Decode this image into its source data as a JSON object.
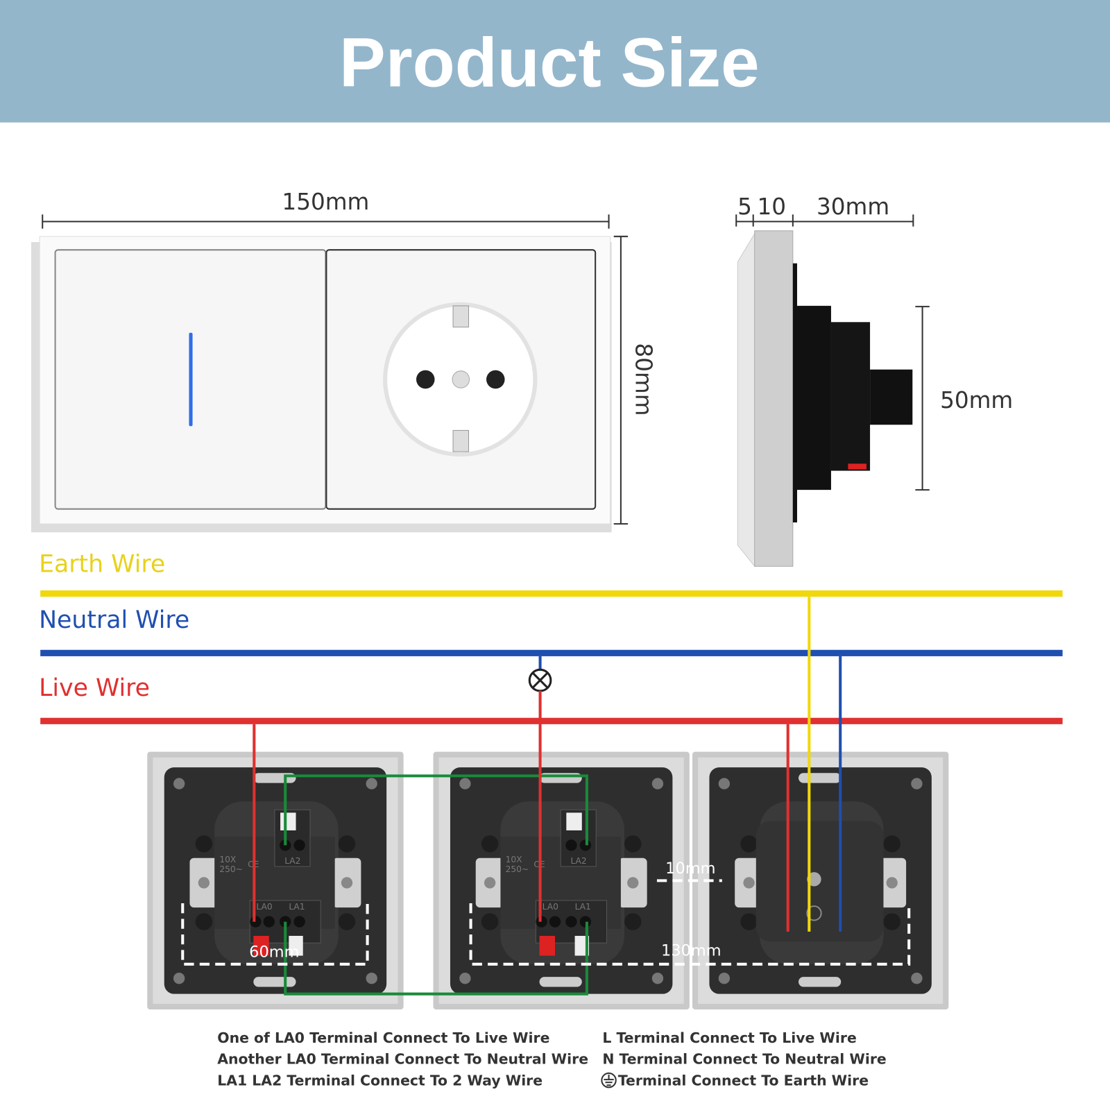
{
  "header": {
    "title": "Product Size",
    "background": "#93b6cb"
  },
  "front_view": {
    "width_label": "150mm",
    "height_label": "80mm"
  },
  "side_view": {
    "dim_a": "5",
    "dim_b": "10",
    "dim_c": "30mm",
    "depth_label": "50mm"
  },
  "wires": [
    {
      "label": "Earth Wire",
      "color": "#f0d80a"
    },
    {
      "label": "Neutral Wire",
      "color": "#1f4fb0"
    },
    {
      "label": "Live Wire",
      "color": "#e03030"
    }
  ],
  "two_way_color": "#1a8a3a",
  "modules": {
    "rating_top": "10X",
    "rating_bottom": "250~",
    "mark": "CE",
    "terminals": [
      "LA0",
      "LA1",
      "LA2"
    ]
  },
  "dimensions": {
    "switch_width": "60mm",
    "spacing": "10mm",
    "socket_width": "130mm"
  },
  "notes_switch": [
    "One of LA0 Terminal Connect To Live Wire",
    "Another LA0 Terminal Connect To Neutral Wire",
    "LA1 LA2 Terminal Connect To 2 Way Wire"
  ],
  "notes_socket": [
    "L Terminal Connect To Live Wire",
    "N Terminal Connect To Neutral Wire",
    "Terminal Connect To Earth Wire"
  ]
}
